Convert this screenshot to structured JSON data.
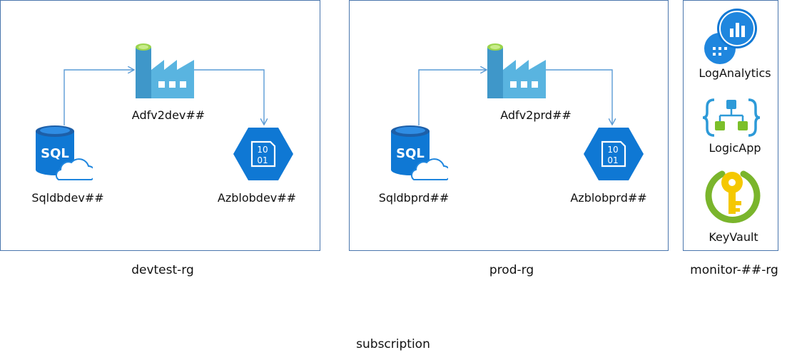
{
  "colors": {
    "border": "#4a76ad",
    "arrow": "#5a9bd5",
    "azure_blue": "#0f78d4",
    "factory_blue": "#3ea1d6",
    "analytics_blue": "#1f86de",
    "logicapp_blue": "#2d9ad8",
    "logicapp_green": "#7bbf2a",
    "keyvault_yellow": "#f5c800",
    "keyvault_green": "#7ab52c"
  },
  "groups": {
    "devtest": {
      "label": "devtest-rg",
      "sql": {
        "label": "Sqldbdev##",
        "icon": "sql-database-icon",
        "text": "SQL"
      },
      "adf": {
        "label": "Adfv2dev##",
        "icon": "data-factory-icon"
      },
      "blob": {
        "label": "Azblobdev##",
        "icon": "blob-storage-icon",
        "text1": "10",
        "text2": "01"
      }
    },
    "prod": {
      "label": "prod-rg",
      "sql": {
        "label": "Sqldbprd##",
        "icon": "sql-database-icon",
        "text": "SQL"
      },
      "adf": {
        "label": "Adfv2prd##",
        "icon": "data-factory-icon"
      },
      "blob": {
        "label": "Azblobprd##",
        "icon": "blob-storage-icon",
        "text1": "10",
        "text2": "01"
      }
    },
    "monitor": {
      "label": "monitor-##-rg",
      "log_analytics": {
        "label": "LogAnalytics",
        "icon": "log-analytics-icon"
      },
      "logic_app": {
        "label": "LogicApp",
        "icon": "logic-app-icon"
      },
      "key_vault": {
        "label": "KeyVault",
        "icon": "key-vault-icon"
      }
    }
  },
  "subscription": {
    "label": "subscription"
  }
}
